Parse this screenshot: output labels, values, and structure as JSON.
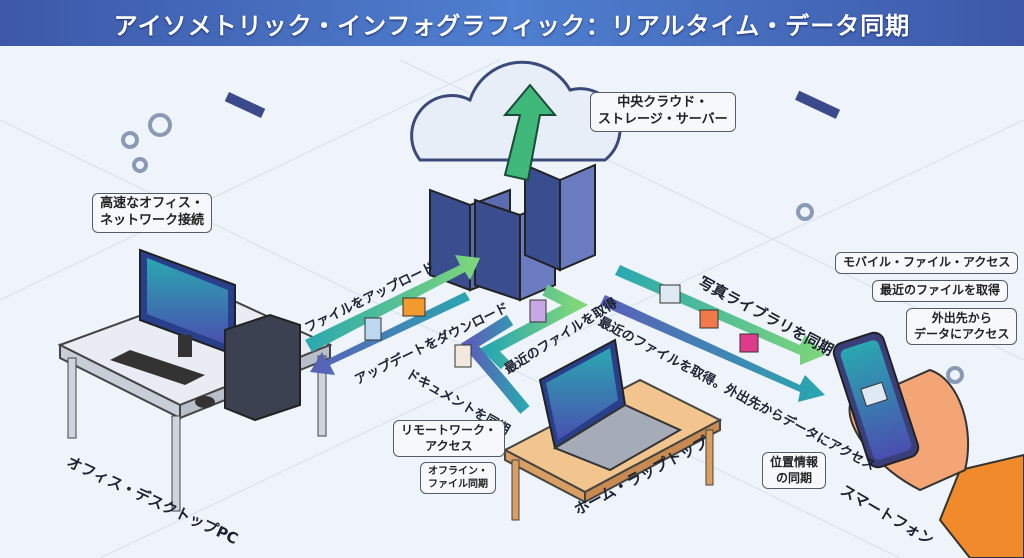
{
  "title": "アイソメトリック・インフォグラフィック：リアルタイム・データ同期",
  "cloud": {
    "label_line1": "中央クラウド・",
    "label_line2": "ストレージ・サーバー"
  },
  "office": {
    "callout_line1": "高速なオフィス・",
    "callout_line2": "ネットワーク接続",
    "name": "オフィス・デスクトップPC"
  },
  "arrows": {
    "upload": "ファイルをアップロード",
    "download": "アップデートをダウンロード",
    "laptop_get": "最近のファイルを取得",
    "laptop_sync": "ドキュメントを同期",
    "photo_sync": "写真ライブラリを同期",
    "phone_get": "最近のファイルを取得。外出先からデータにアクセス"
  },
  "laptop": {
    "callout1_line1": "リモートワーク・",
    "callout1_line2": "アクセス",
    "callout2_line1": "オフライン・",
    "callout2_line2": "ファイル同期",
    "name": "ホーム・ラップトップ"
  },
  "phone": {
    "callout1": "モバイル・ファイル・アクセス",
    "callout2": "最近のファイルを取得",
    "callout3_line1": "外出先から",
    "callout3_line2": "データにアクセス",
    "callout4_line1": "位置情報",
    "callout4_line2": "の同期",
    "name": "スマートフォン"
  },
  "colors": {
    "title_bg": "#4466b8",
    "arrow_green": "#5cc48a",
    "arrow_blue": "#5a62b8",
    "teal": "#2aa7b0"
  }
}
